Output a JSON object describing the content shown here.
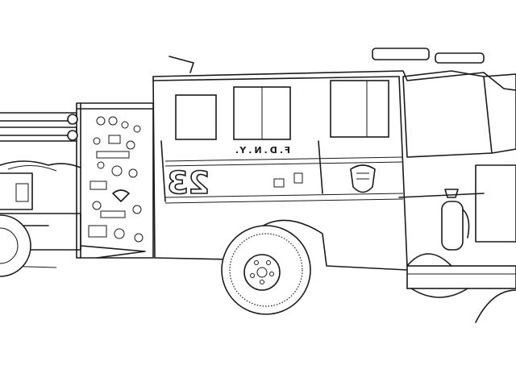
{
  "scene": {
    "subject": "fire-engine",
    "unit_number": "23",
    "door_lettering": "F.D.N.Y.",
    "colors": {
      "line": "#1a1a1a",
      "background": "#ffffff"
    }
  }
}
